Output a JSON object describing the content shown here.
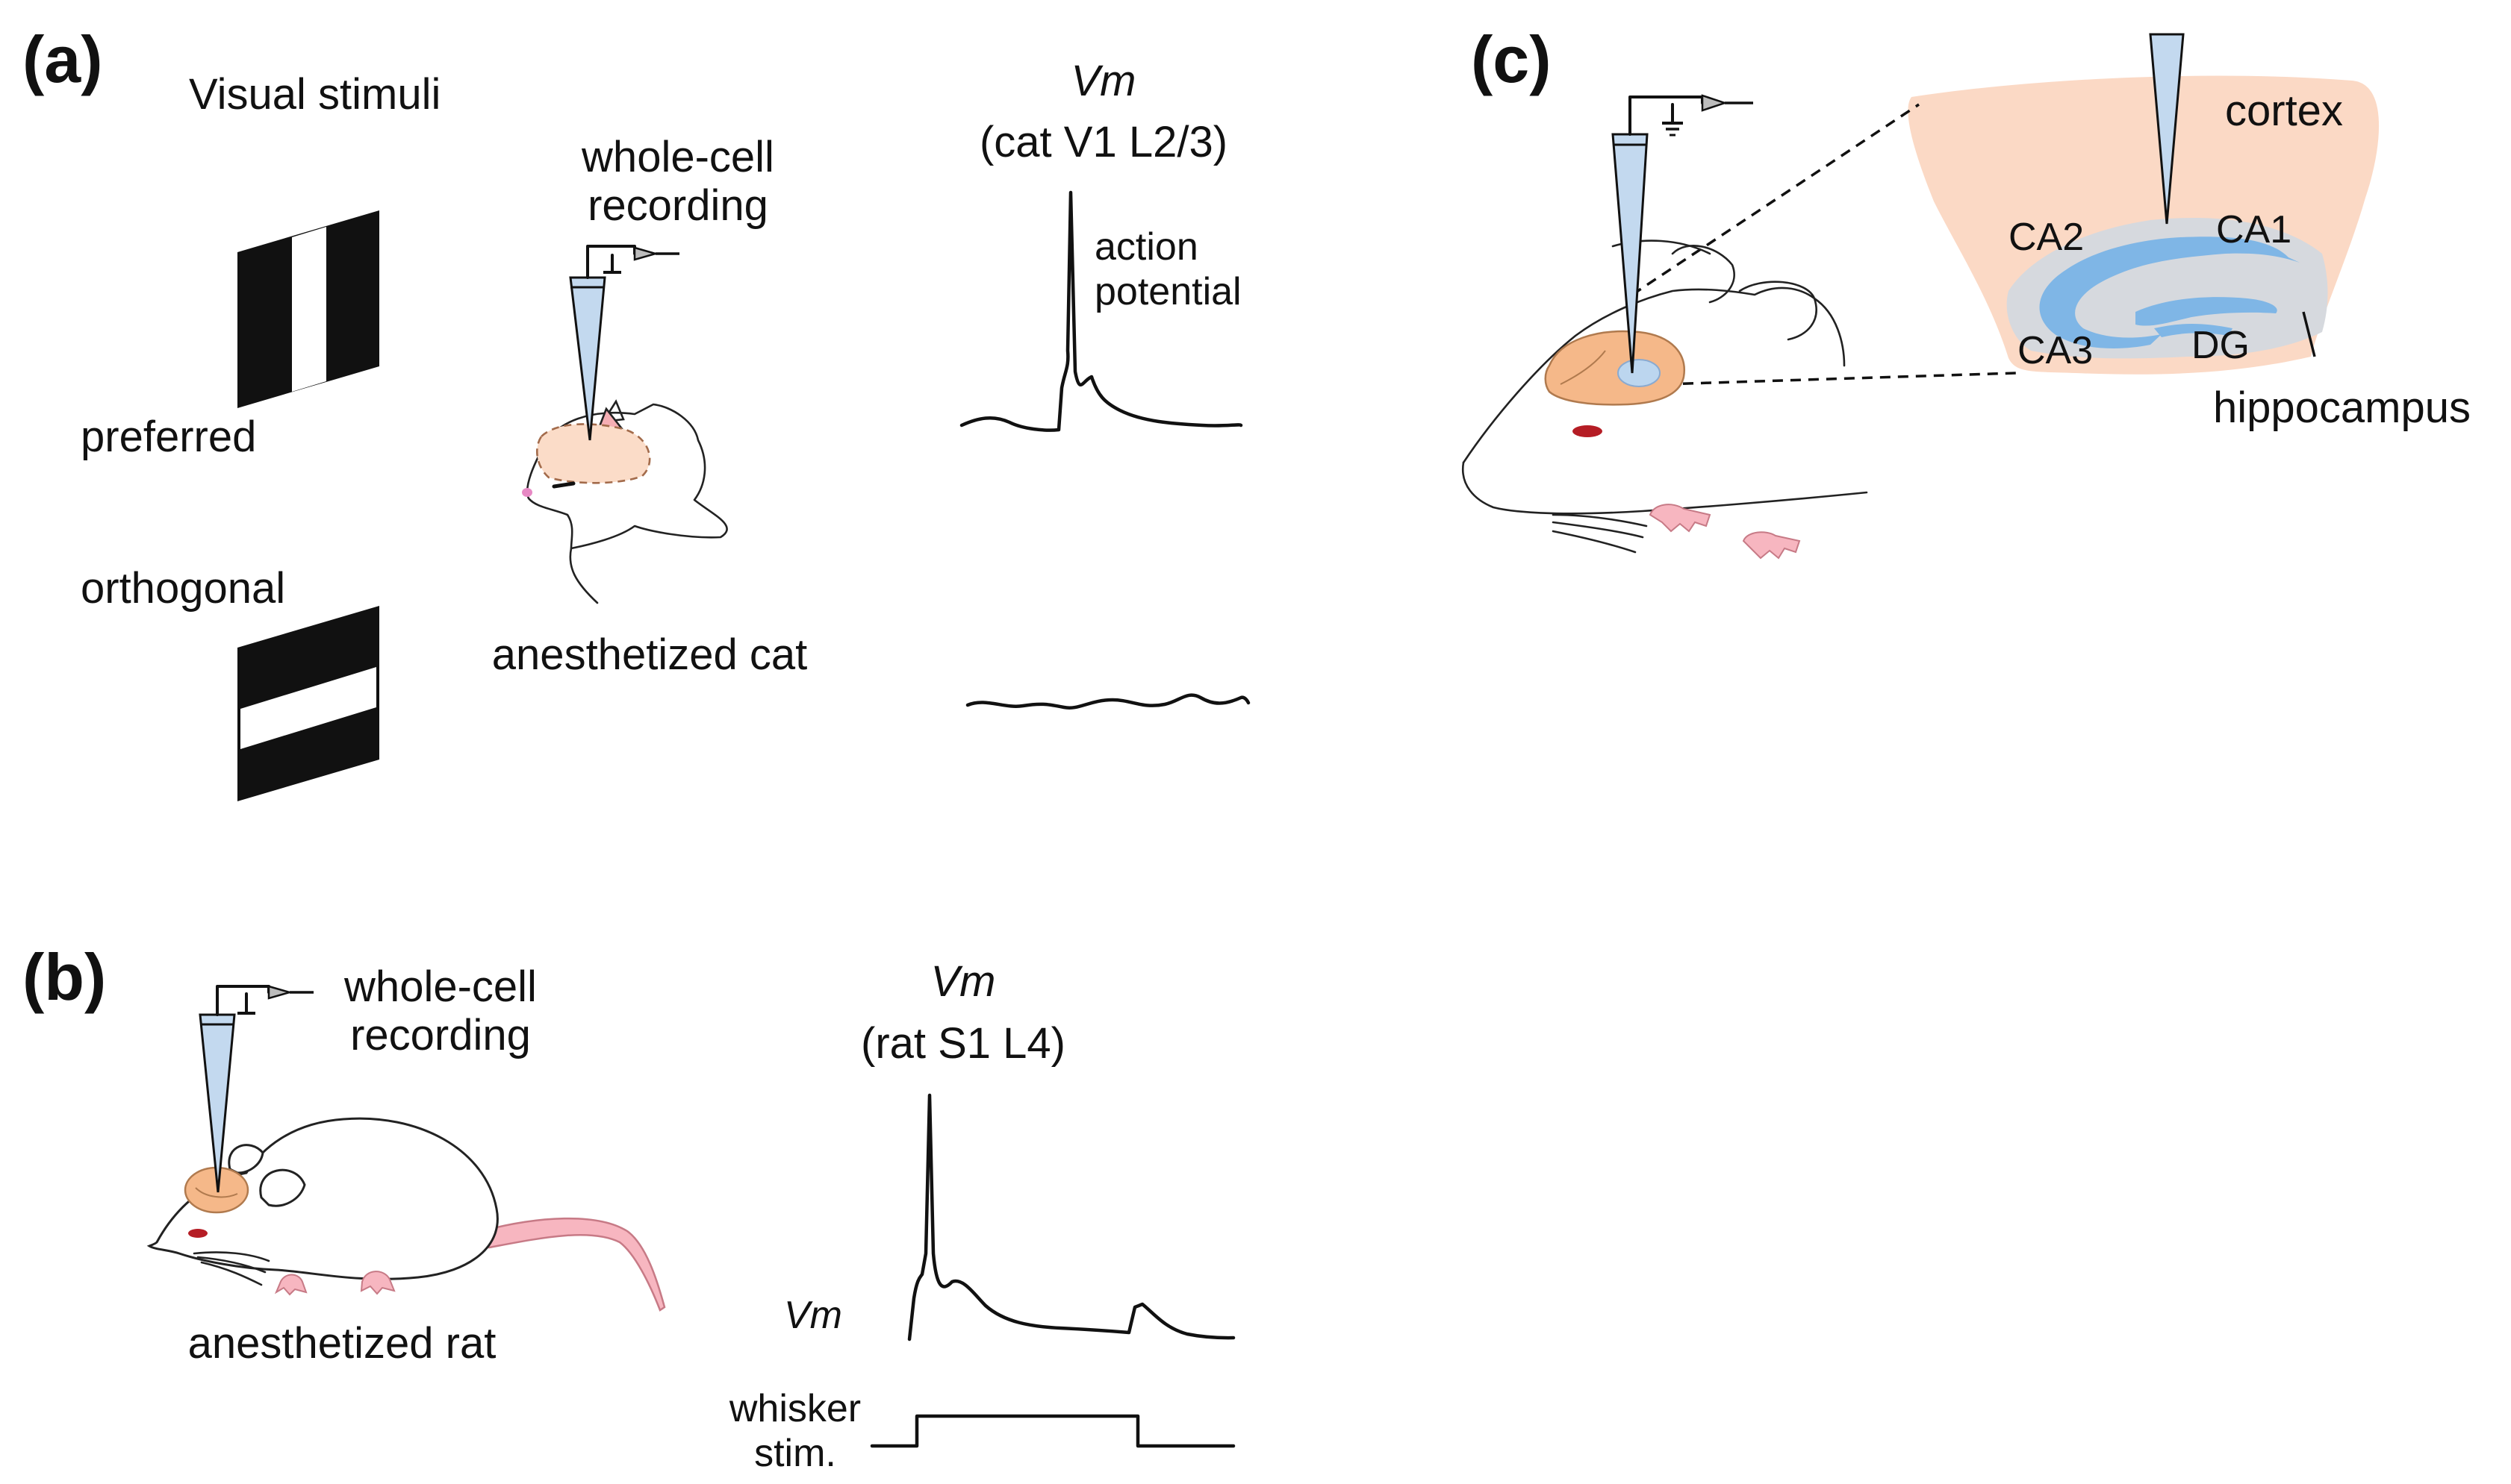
{
  "panels": {
    "a": {
      "letter": "(a)",
      "stimuli_title": "Visual stimuli",
      "stim_preferred": "preferred",
      "stim_orthogonal": "orthogonal",
      "recording_line1": "whole-cell",
      "recording_line2": "recording",
      "animal": "anesthetized cat",
      "trace_var": "Vm",
      "trace_sub": "(cat V1 L2/3)",
      "annot_line1": "action",
      "annot_line2": "potential"
    },
    "b": {
      "letter": "(b)",
      "recording_line1": "whole-cell",
      "recording_line2": "recording",
      "animal": "anesthetized rat",
      "trace_var": "Vm",
      "trace_sub": "(rat S1 L4)",
      "trace_axis_label": "Vm",
      "stim_line1": "whisker",
      "stim_line2": "stim."
    },
    "c": {
      "letter": "(c)",
      "region_cortex": "cortex",
      "region_ca1": "CA1",
      "region_ca2": "CA2",
      "region_ca3": "CA3",
      "region_dg": "DG",
      "region_hippocampus": "hippocampus"
    }
  },
  "colors": {
    "brain": "#f5b889",
    "cortex_bg": "#fbd9c5",
    "hippocampus_bg": "#d6d9de",
    "hippocampus_line": "#7fb6e6",
    "pipette": "#c3d9ef",
    "pink": "#f7b6c0",
    "ear_pink": "#f5aeb4",
    "eye_red": "#b51d25"
  }
}
